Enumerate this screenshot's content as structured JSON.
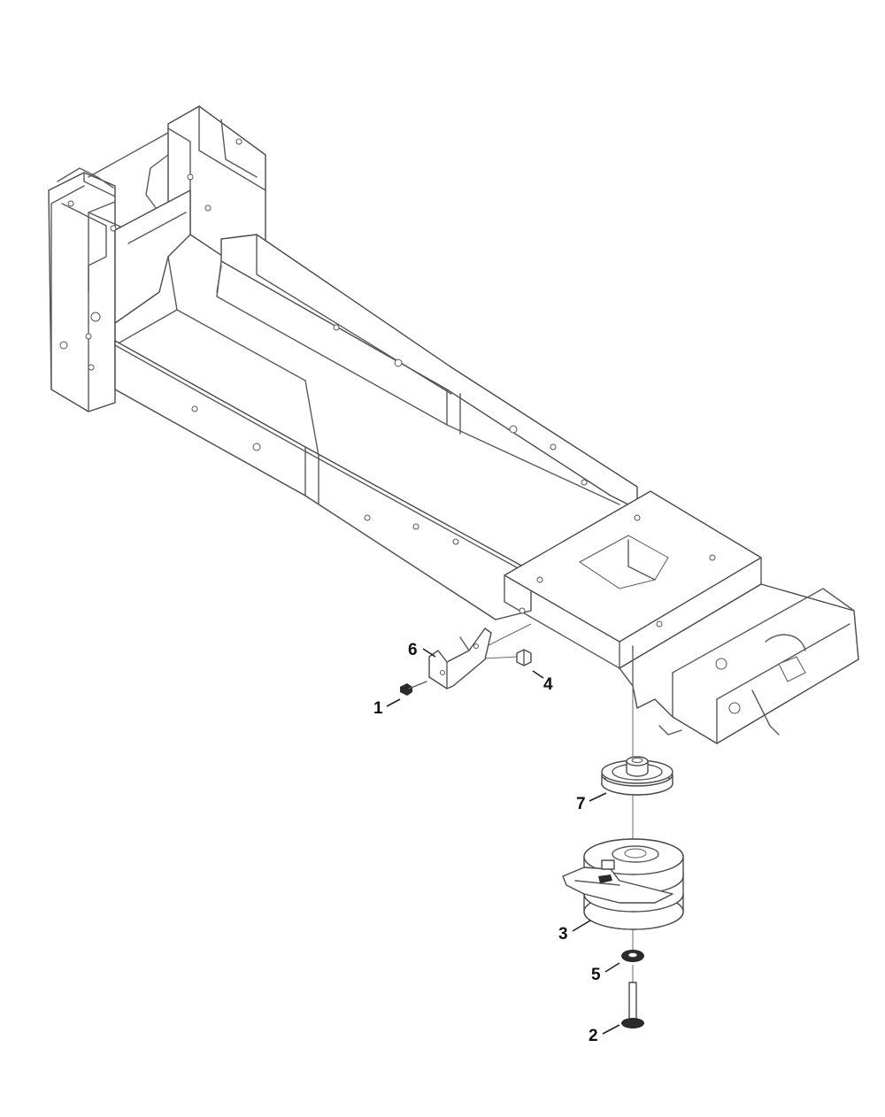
{
  "callouts": [
    {
      "id": "1",
      "label": "1"
    },
    {
      "id": "2",
      "label": "2"
    },
    {
      "id": "3",
      "label": "3"
    },
    {
      "id": "4",
      "label": "4"
    },
    {
      "id": "5",
      "label": "5"
    },
    {
      "id": "6",
      "label": "6"
    },
    {
      "id": "7",
      "label": "7"
    }
  ],
  "parts": [
    {
      "callout": "1",
      "icon": "bolt-icon"
    },
    {
      "callout": "2",
      "icon": "shoulder-bolt-icon"
    },
    {
      "callout": "3",
      "icon": "pto-clutch-icon"
    },
    {
      "callout": "4",
      "icon": "nut-icon"
    },
    {
      "callout": "5",
      "icon": "washer-icon"
    },
    {
      "callout": "6",
      "icon": "bracket-icon"
    },
    {
      "callout": "7",
      "icon": "pulley-icon"
    }
  ]
}
